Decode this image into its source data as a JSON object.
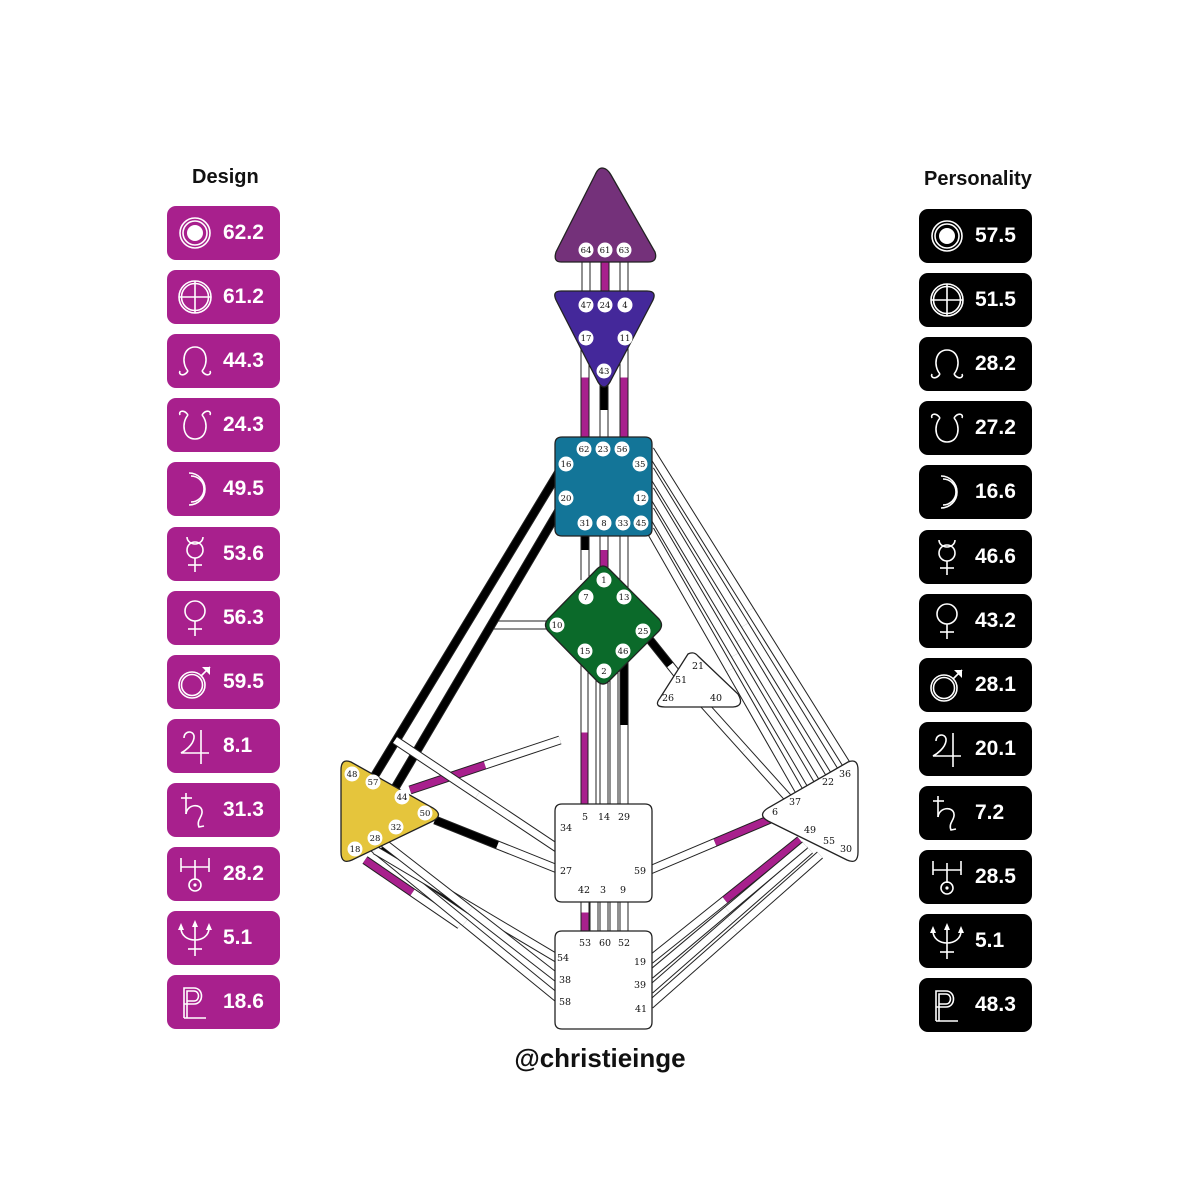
{
  "design": {
    "title": "Design",
    "color": "#a8208d",
    "values": [
      "62.2",
      "61.2",
      "44.3",
      "24.3",
      "49.5",
      "53.6",
      "56.3",
      "59.5",
      "8.1",
      "31.3",
      "28.2",
      "5.1",
      "18.6"
    ]
  },
  "personality": {
    "title": "Personality",
    "color": "#000000",
    "values": [
      "57.5",
      "51.5",
      "28.2",
      "27.2",
      "16.6",
      "46.6",
      "43.2",
      "28.1",
      "20.1",
      "7.2",
      "28.5",
      "5.1",
      "48.3"
    ]
  },
  "planet_icons": [
    "sun-icon",
    "earth-icon",
    "north-node-icon",
    "south-node-icon",
    "moon-icon",
    "mercury-icon",
    "venus-icon",
    "mars-icon",
    "jupiter-icon",
    "saturn-icon",
    "uranus-icon",
    "neptune-icon",
    "pluto-icon"
  ],
  "centers": {
    "head": {
      "color": "#74317a",
      "gates": [
        "64",
        "61",
        "63"
      ]
    },
    "ajna": {
      "color": "#44289a",
      "gates": [
        "47",
        "24",
        "4",
        "17",
        "11",
        "43"
      ]
    },
    "throat": {
      "color": "#137598",
      "gates": [
        "62",
        "23",
        "56",
        "16",
        "35",
        "20",
        "12",
        "31",
        "8",
        "33",
        "45"
      ]
    },
    "g": {
      "color": "#0b6a2a",
      "gates": [
        "1",
        "7",
        "13",
        "10",
        "25",
        "15",
        "46",
        "2"
      ]
    },
    "heart": {
      "color": "#ffffff",
      "gates": [
        "21",
        "51",
        "26",
        "40"
      ]
    },
    "spleen": {
      "color": "#e5c53c",
      "gates": [
        "48",
        "57",
        "44",
        "50",
        "32",
        "28",
        "18"
      ]
    },
    "sacral": {
      "color": "#ffffff",
      "gates": [
        "5",
        "14",
        "29",
        "34",
        "27",
        "59",
        "42",
        "3",
        "9"
      ]
    },
    "solar_plexus": {
      "color": "#ffffff",
      "gates": [
        "36",
        "22",
        "37",
        "6",
        "49",
        "55",
        "30"
      ]
    },
    "root": {
      "color": "#ffffff",
      "gates": [
        "53",
        "60",
        "52",
        "54",
        "19",
        "38",
        "39",
        "58",
        "41"
      ]
    }
  },
  "handle": "@christieinge"
}
